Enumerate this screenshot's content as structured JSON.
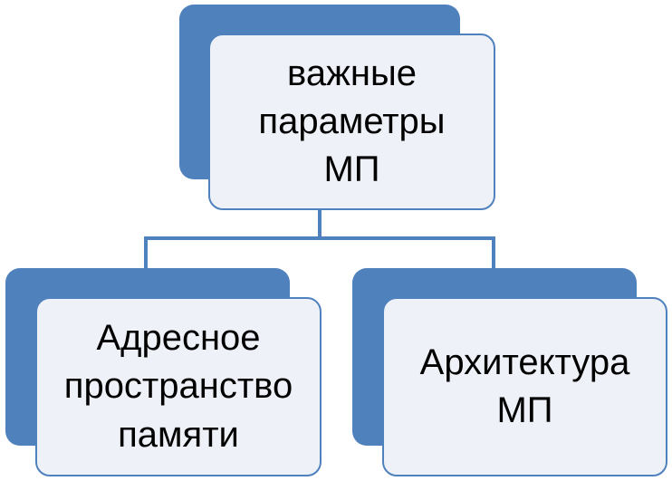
{
  "colors": {
    "back_fill": "#4f81bd",
    "front_fill": "#eef2f8",
    "border": "#4f81bd",
    "connector": "#4f81bd"
  },
  "diagram": {
    "root": {
      "label": "важные\nпараметры\nМП"
    },
    "children": [
      {
        "label": "Адресное\nпространство\nпамяти"
      },
      {
        "label": "Архитектура\nМП"
      }
    ]
  }
}
